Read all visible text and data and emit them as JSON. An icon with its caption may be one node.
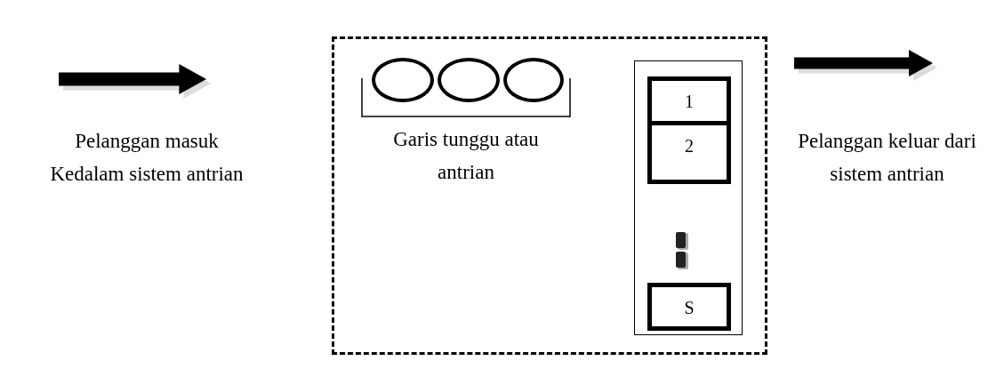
{
  "diagram": {
    "nodes": [
      {
        "text": [],
        "shape": "box"
      },
      {
        "text": [
          "Garis tunggu atau antrian"
        ],
        "in": 0
      },
      {
        "text": [],
        "shape": "circle",
        "in": 1
      },
      {
        "text": [],
        "shape": "circle",
        "in": 1
      },
      {
        "text": [],
        "shape": "circle",
        "in": 1
      },
      {
        "text": [],
        "shape": "box",
        "in": 0
      },
      {
        "text": [
          "1"
        ],
        "in": 5
      },
      {
        "text": [
          "2"
        ],
        "in": 5
      },
      {
        "text": [
          "S"
        ],
        "in": 5
      }
    ],
    "labels": [
      "Pelanggan masuk Kedalam sistem antrian",
      "Pelanggan keluar dari sistem antrian"
    ]
  }
}
